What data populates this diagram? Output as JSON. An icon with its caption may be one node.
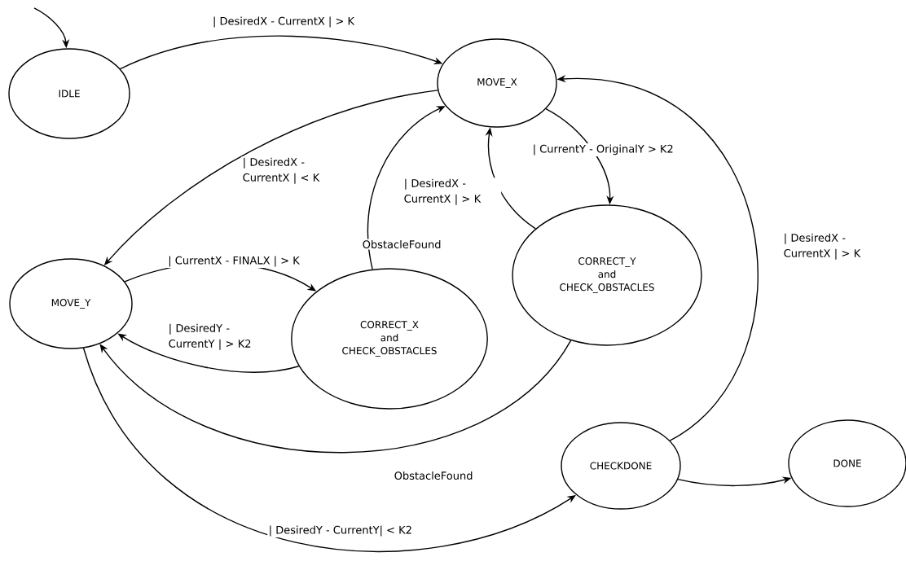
{
  "diagram": {
    "nodes": [
      {
        "text": [
          "IDLE"
        ]
      },
      {
        "text": [
          "MOVE_X"
        ]
      },
      {
        "text": [
          "MOVE_Y"
        ]
      },
      {
        "text": [
          "CORRECT_X and CHECK_OBSTACLES"
        ]
      },
      {
        "text": [
          "CORRECT_Y and CHECK_OBSTACLES"
        ]
      },
      {
        "text": [
          "CHECKDONE"
        ]
      },
      {
        "text": [
          "DONE"
        ]
      }
    ],
    "edges": [
      {
        "from": null,
        "to": 0,
        "arrow": "to"
      },
      {
        "from": 0,
        "to": 1,
        "arrow": "to",
        "label": "| DesiredX - CurrentX | > K"
      },
      {
        "from": 1,
        "to": 2,
        "arrow": "to",
        "label": "| DesiredX - CurrentX | < K"
      },
      {
        "from": 2,
        "to": 3,
        "arrow": "to",
        "label": "| CurrentX - FINALX | > K"
      },
      {
        "from": 3,
        "to": 1,
        "arrow": "to",
        "label": "ObstacleFound"
      },
      {
        "from": 3,
        "to": 2,
        "arrow": "to",
        "label": "| DesiredY - CurrentY | > K2"
      },
      {
        "from": 1,
        "to": 4,
        "arrow": "to",
        "label": "| CurrentY - OriginalY > K2"
      },
      {
        "from": 4,
        "to": 1,
        "arrow": "to",
        "label": "| DesiredX - CurrentX | > K"
      },
      {
        "from": 4,
        "to": 2,
        "arrow": "to",
        "label": "ObstacleFound"
      },
      {
        "from": 2,
        "to": 5,
        "arrow": "to",
        "label": "| DesiredY - CurrentY| < K2"
      },
      {
        "from": 5,
        "to": 1,
        "arrow": "to",
        "label": "| DesiredX - CurrentX | > K"
      },
      {
        "from": 5,
        "to": 6,
        "arrow": "to"
      }
    ]
  }
}
